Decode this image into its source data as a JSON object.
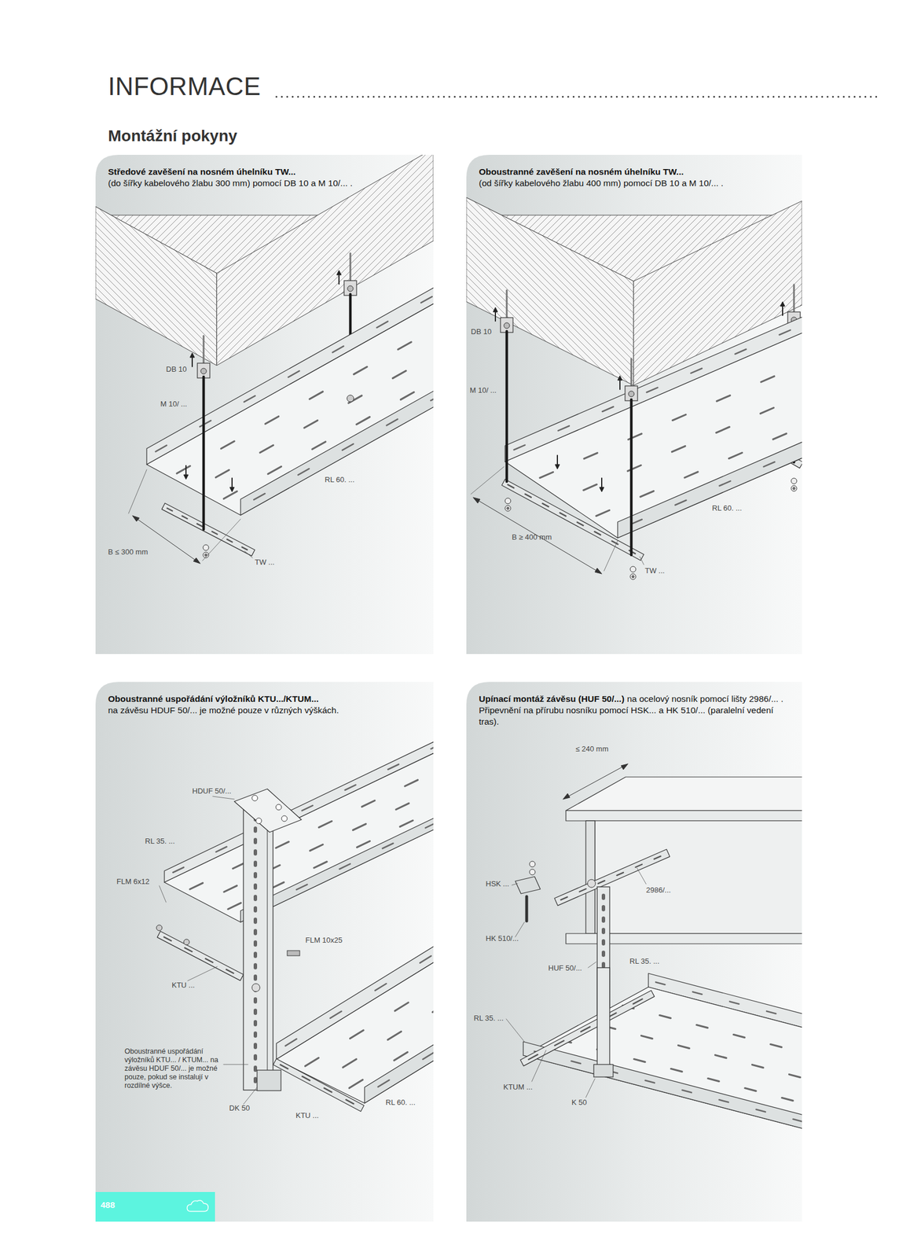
{
  "diagram": {
    "title": "INFORMACE",
    "nodes": [
      {
        "text": [
          "Středové zavěšení na nosném úhelníku TW...",
          "(do šířky kabelového žlabu 300 mm) pomocí DB 10 a M 10/... ."
        ]
      },
      {
        "text": [
          "Oboustranné zavěšení na nosném úhelníku TW...",
          "(od šířky kabelového žlabu 400 mm) pomocí DB 10 a M 10/... ."
        ]
      },
      {
        "text": [
          "Oboustranné uspořádání výložníků KTU.../KTUM...",
          "na závěsu HDUF 50/... je možné pouze v různých výškách."
        ]
      },
      {
        "text": [
          "Upínací montáž závěsu (HUF 50/...)",
          "na ocelový nosník pomocí lišty 2986/... . Připevnění na přírubu nosníku pomocí HSK... a HK 510/... (paralelní vedení tras)."
        ]
      }
    ],
    "labels": [
      "Montážní pokyny",
      "DB 10",
      "M 10/ ...",
      "RL 60. ...",
      "B ≤ 300 mm",
      "TW ...",
      "DB 10",
      "M 10/ ...",
      "RL 60. ...",
      "B ≥ 400 mm",
      "TW ...",
      "HDUF 50/...",
      "RL 35. ...",
      "FLM 6x12",
      "FLM 10x25",
      "KTU ...",
      "Oboustranné uspořádání výložníků KTU... / KTUM... na závěsu HDUF 50/... je možné pouze, pokud se instalují v rozdílné výšce.",
      "DK 50",
      "KTU ...",
      "RL 60. ...",
      "≤ 240 mm",
      "HSK ...",
      "2986/...",
      "HK 510/...",
      "HUF 50/...",
      "RL 35. ...",
      "RL 35. ...",
      "KTUM ...",
      "K 50",
      "488"
    ]
  }
}
